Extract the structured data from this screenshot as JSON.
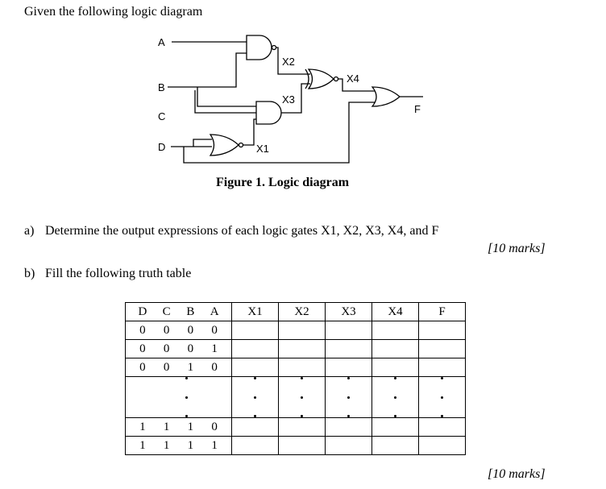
{
  "intro": "Given the following logic diagram",
  "diagram": {
    "inputs": [
      "A",
      "B",
      "C",
      "D"
    ],
    "gate_labels": [
      "X1",
      "X2",
      "X3",
      "X4"
    ],
    "output_label": "F"
  },
  "caption": "Figure 1. Logic diagram",
  "question_a": {
    "number": "a)",
    "text": "Determine the output expressions of each logic gates X1, X2, X3, X4, and F",
    "marks": "[10 marks]"
  },
  "question_b": {
    "number": "b)",
    "text": "Fill the following truth table",
    "marks": "[10 marks]"
  },
  "truth_table": {
    "input_headers": [
      "D",
      "C",
      "B",
      "A"
    ],
    "output_headers": [
      "X1",
      "X2",
      "X3",
      "X4",
      "F"
    ],
    "rows_top": [
      [
        "0",
        "0",
        "0",
        "0"
      ],
      [
        "0",
        "0",
        "0",
        "1"
      ],
      [
        "0",
        "0",
        "1",
        "0"
      ]
    ],
    "rows_bottom": [
      [
        "1",
        "1",
        "1",
        "0"
      ],
      [
        "1",
        "1",
        "1",
        "1"
      ]
    ]
  }
}
